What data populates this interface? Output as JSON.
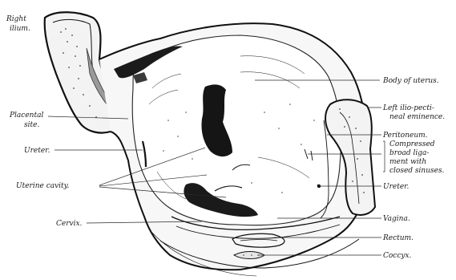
{
  "figure": {
    "labels": {
      "right_ilium_l1": "Right",
      "right_ilium_l2": "ilium.",
      "placental_site_l1": "Placental",
      "placental_site_l2": "site.",
      "ureter_left": "Ureter.",
      "uterine_cavity": "Uterine cavity.",
      "cervix": "Cervix.",
      "body_of_uterus": "Body of uterus.",
      "left_ilio_pectineal_l1": "Left ilio-pecti-",
      "left_ilio_pectineal_l2": "neal eminence.",
      "peritoneum": "Peritoneum.",
      "compressed_l1": "Compressed",
      "compressed_l2": "broad liga-",
      "compressed_l3": "ment with",
      "compressed_l4": "closed sinuses.",
      "ureter_right": "Ureter.",
      "vagina": "Vagina.",
      "rectum": "Rectum.",
      "coccyx": "Coccyx."
    }
  }
}
